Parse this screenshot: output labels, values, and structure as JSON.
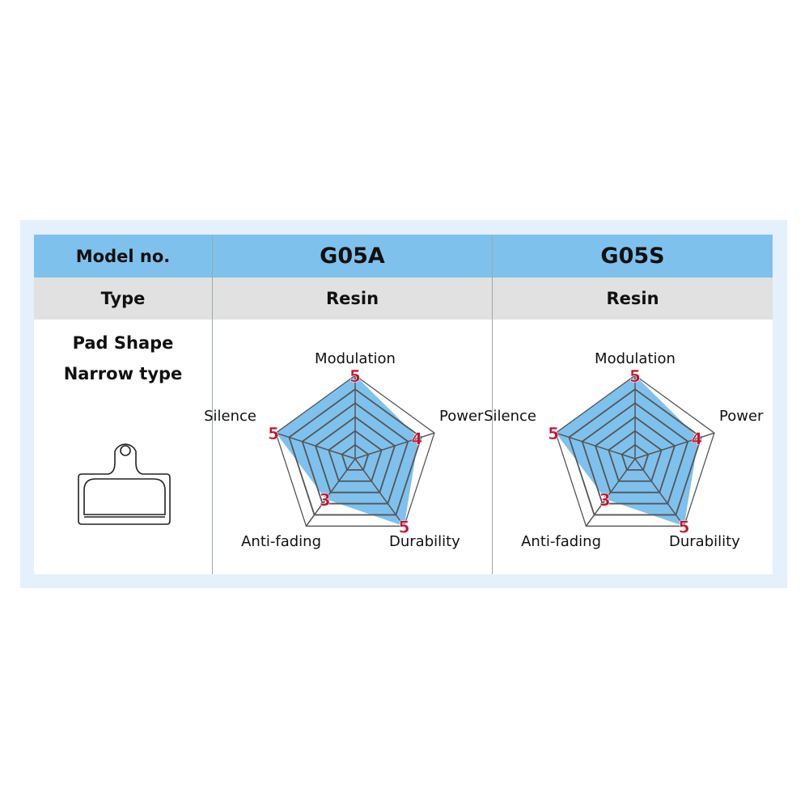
{
  "table": {
    "header_label": "Model no.",
    "type_label": "Type",
    "shape_label_1": "Pad Shape",
    "shape_label_2": "Narrow type",
    "models": [
      {
        "name": "G05A",
        "type": "Resin"
      },
      {
        "name": "G05S",
        "type": "Resin"
      }
    ]
  },
  "colors": {
    "header": "#7fc1ed",
    "type_row": "#e1e1e1",
    "fill": "#7fc1ed",
    "value_text": "#c8102e"
  },
  "chart_data": [
    {
      "type": "radar",
      "title": "G05A",
      "axes": [
        "Modulation",
        "Power",
        "Durability",
        "Anti-fading",
        "Silence"
      ],
      "values": [
        5,
        4,
        5,
        3,
        5
      ],
      "max": 5
    },
    {
      "type": "radar",
      "title": "G05S",
      "axes": [
        "Modulation",
        "Power",
        "Durability",
        "Anti-fading",
        "Silence"
      ],
      "values": [
        5,
        4,
        5,
        3,
        5
      ],
      "max": 5
    }
  ]
}
